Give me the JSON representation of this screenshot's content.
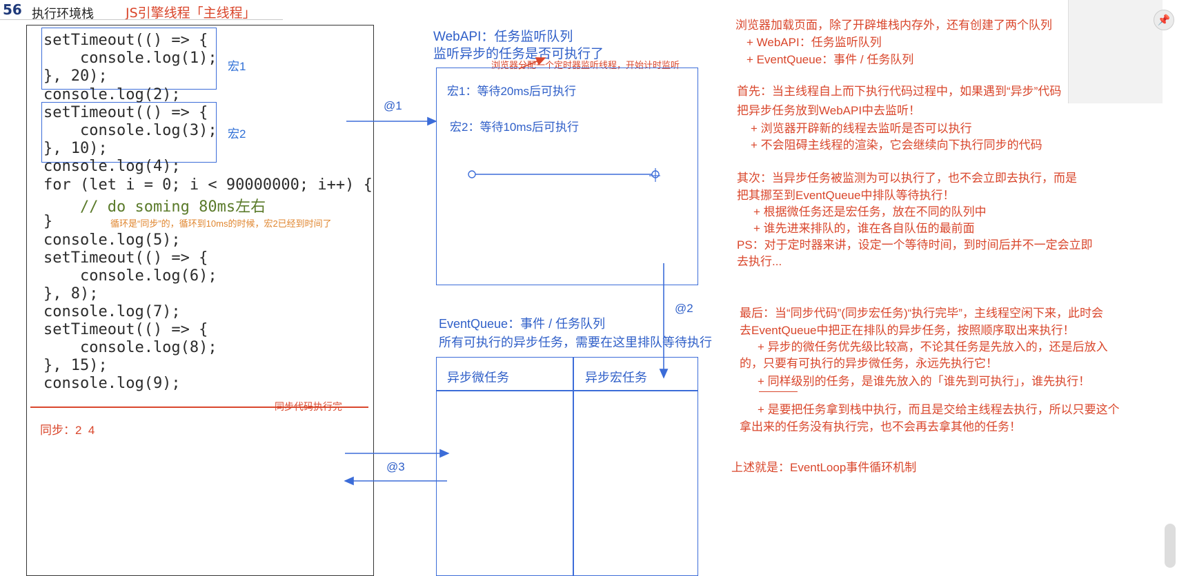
{
  "header": {
    "slide_number": "56",
    "title": "执行环境栈",
    "subtitle": "JS引擎线程「主线程」"
  },
  "code": {
    "lines": [
      {
        "pre": "setTimeout(() => {",
        "tail": ""
      },
      {
        "pre": "    console.log(1);",
        "tail": ""
      },
      {
        "pre": "}, 20);",
        "tail": ""
      },
      {
        "pre": "console.log(2);",
        "tail": ""
      },
      {
        "pre": "setTimeout(() => {",
        "tail": ""
      },
      {
        "pre": "    console.log(3);",
        "tail": ""
      },
      {
        "pre": "}, 10);",
        "tail": ""
      },
      {
        "pre": "console.log(4);",
        "tail": ""
      },
      {
        "pre": "for (let i = 0; i < 90000000; i++) {",
        "tail": ""
      },
      {
        "pre": "    // do soming 80ms左右",
        "tail": ""
      },
      {
        "pre": "}",
        "tail": ""
      },
      {
        "pre": "console.log(5);",
        "tail": ""
      },
      {
        "pre": "setTimeout(() => {",
        "tail": ""
      },
      {
        "pre": "    console.log(6);",
        "tail": ""
      },
      {
        "pre": "}, 8);",
        "tail": ""
      },
      {
        "pre": "console.log(7);",
        "tail": ""
      },
      {
        "pre": "setTimeout(() => {",
        "tail": ""
      },
      {
        "pre": "    console.log(8);",
        "tail": ""
      },
      {
        "pre": "}, 15);",
        "tail": ""
      },
      {
        "pre": "console.log(9);",
        "tail": ""
      }
    ],
    "macro1_label": "宏1",
    "macro2_label": "宏2",
    "loop_note": "循环是“同步”的，循环到10ms的时候，宏2已经到时间了",
    "sync_done_note": "同步代码执行完",
    "sync_output": "同步：2  4"
  },
  "webapi": {
    "title_line1": "WebAPI：任务监听队列",
    "title_line2": "监听异步的任务是否可执行了",
    "arrow_note": "浏览器分配一个定时器监听线程，开始计时监听",
    "item1": "宏1：等待20ms后可执行",
    "item2": "宏2：等待10ms后可执行"
  },
  "arrows": {
    "a1": "@1",
    "a2": "@2",
    "a3": "@3"
  },
  "eventqueue": {
    "title_line1": "EventQueue：事件 / 任务队列",
    "title_line2": "所有可执行的异步任务，需要在这里排队等待执行",
    "col_micro": "异步微任务",
    "col_macro": "异步宏任务"
  },
  "notes": {
    "p1_l1": "浏览器加载页面，除了开辟堆栈内存外，还有创建了两个队列",
    "p1_l2": "+ WebAPI：任务监听队列",
    "p1_l3": "+ EventQueue：事件 / 任务队列",
    "p2_l1": "首先：当主线程自上而下执行代码过程中，如果遇到“异步”代码",
    "p2_l2": "把异步任务放到WebAPI中去监听！",
    "p2_l3": "+ 浏览器开辟新的线程去监听是否可以执行",
    "p2_l4": "+ 不会阻碍主线程的渲染，它会继续向下执行同步的代码",
    "p3_l1": "其次：当异步任务被监测为可以执行了，也不会立即去执行，而是",
    "p3_l2": "把其挪至到EventQueue中排队等待执行！",
    "p3_l3": "+ 根据微任务还是宏任务，放在不同的队列中",
    "p3_l4": "+ 谁先进来排队的，谁在各自队伍的最前面",
    "p3_l5": "PS：对于定时器来讲，设定一个等待时间，到时间后并不一定会立即",
    "p3_l6": "去执行...",
    "p4_l1": "最后：当“同步代码”(同步宏任务)“执行完毕”，主线程空闲下来，此时会",
    "p4_l2": "去EventQueue中把正在排队的异步任务，按照顺序取出来执行！",
    "p4_l3": "+ 异步的微任务优先级比较高，不论其任务是先放入的，还是后放入",
    "p4_l4": "的，只要有可执行的异步微任务，永远先执行它！",
    "p4_l5": "+ 同样级别的任务，是谁先放入的「谁先到可执行」，谁先执行！",
    "p4_l6": "+ 是要把任务拿到栈中执行，而且是交给主线程去执行，所以只要这个",
    "p4_l7": "拿出来的任务没有执行完，也不会再去拿其他的任务！",
    "p5": "上述就是：EventLoop事件循环机制"
  },
  "colors": {
    "accent_blue": "#3b6cd8",
    "note_red": "#d9462b",
    "note_orange": "#e0862f"
  }
}
